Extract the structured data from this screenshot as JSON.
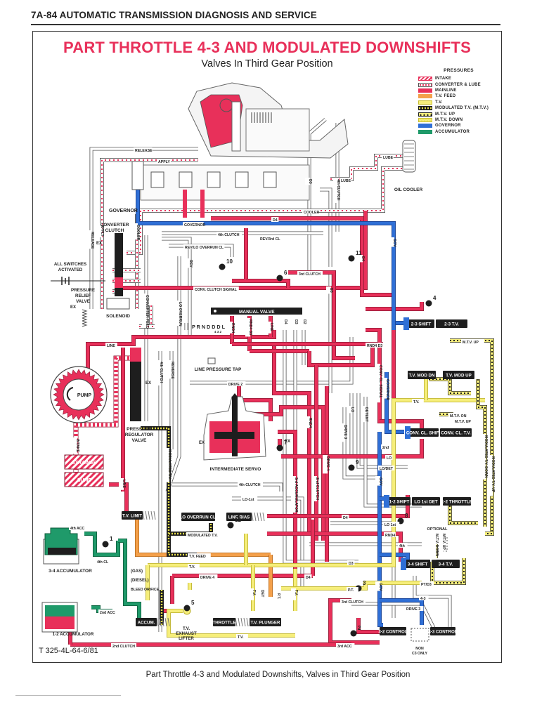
{
  "header": {
    "page_label": "7A-84 AUTOMATIC TRANSMISSION DIAGNOSIS AND SERVICE"
  },
  "diagram": {
    "title": "PART THROTTLE 4-3 AND MODULATED DOWNSHIFTS",
    "subtitle": "Valves In Third Gear Position",
    "part_number": "T 325-4L-64-6/81",
    "colors": {
      "mainline": "#e8305a",
      "tv_feed": "#f4a04a",
      "tv": "#f6ee7a",
      "governor": "#2f6fd6",
      "accumulator": "#1f9a6a",
      "exhaust": "#ffffff",
      "valve_body": "#1e1e1e"
    }
  },
  "legend": {
    "title": "PRESSURES",
    "items": [
      {
        "key": "intake",
        "label": "INTAKE"
      },
      {
        "key": "conv",
        "label": "CONVERTER & LUBE"
      },
      {
        "key": "main",
        "label": "MAINLINE"
      },
      {
        "key": "tvfeed",
        "label": "T.V. FEED"
      },
      {
        "key": "tv",
        "label": "T.V."
      },
      {
        "key": "mtv",
        "label": "MODULATED T.V. (M.T.V.)"
      },
      {
        "key": "mtvup",
        "label": "M.T.V. UP"
      },
      {
        "key": "mtvdown",
        "label": "M.T.V. DOWN"
      },
      {
        "key": "gov",
        "label": "GOVERNOR"
      },
      {
        "key": "acc",
        "label": "ACCUMULATOR"
      }
    ]
  },
  "components": {
    "governor": "GOVERNOR",
    "converter_clutch": [
      "CONVERTER",
      "CLUTCH"
    ],
    "switches": [
      "ALL SWITCHES",
      "ACTIVATED"
    ],
    "pressure_relief": [
      "PRESSURE",
      "RELIEF",
      "VALVE"
    ],
    "solenoid": "SOLENOID",
    "pump": "PUMP",
    "strainer": "STRAINER",
    "sump": "SUMP",
    "pressure_regulator": [
      "PRESSURE",
      "REGULATOR",
      "VALVE"
    ],
    "line_pressure_tap": "LINE PRESSURE TAP",
    "intermediate_servo": "INTERMEDIATE SERVO",
    "oil_cooler": "OIL COOLER",
    "accumulator_34": "3-4 ACCUMULATOR",
    "accumulator_12": "1-2 ACCUMULATOR",
    "tv_exhaust_lifter": [
      "T.V.",
      "EXHAUST",
      "LIFTER"
    ],
    "optional": "OPTIONAL",
    "non_c3": [
      "NON",
      "C3 ONLY"
    ],
    "manual_valve": "MANUAL VALVE",
    "selector": "P  R N D D D L",
    "selector_sub": "4   3   2"
  },
  "valves": [
    {
      "id": "2-3-shift",
      "label": "2-3 SHIFT"
    },
    {
      "id": "2-3-tv",
      "label": "2-3 T.V."
    },
    {
      "id": "tv-mod-dn",
      "label": "T.V. MOD DN"
    },
    {
      "id": "tv-mod-up",
      "label": "T.V. MOD UP"
    },
    {
      "id": "conv-cl-shift",
      "label": "CONV. CL. SHIFT"
    },
    {
      "id": "conv-cl-tv",
      "label": "CONV. CL. T.V."
    },
    {
      "id": "1-2-shift",
      "label": "1-2 SHIFT"
    },
    {
      "id": "lo-1st-det",
      "label": "LO 1st DET"
    },
    {
      "id": "1-2-throttle",
      "label": "1-2 THROTTLE"
    },
    {
      "id": "3-4-shift",
      "label": "3-4 SHIFT"
    },
    {
      "id": "3-4-tv",
      "label": "3-4 T.V."
    },
    {
      "id": "3-2-control",
      "label": "3-2 CONTROL"
    },
    {
      "id": "4-3-control",
      "label": "4-3 CONTROL"
    },
    {
      "id": "tv-limit",
      "label": "T.V. LIMIT"
    },
    {
      "id": "lo-overrun-cl",
      "label": "LO OVERRUN CL."
    },
    {
      "id": "line-bias",
      "label": "LINE BIAS"
    },
    {
      "id": "accum",
      "label": "ACCUM."
    },
    {
      "id": "throttle",
      "label": "THROTTLE"
    },
    {
      "id": "tv-plunger",
      "label": "T.V. PLUNGER"
    }
  ],
  "line_labels": {
    "release": "RELEASE",
    "apply": "APPLY",
    "lube": "LUBE",
    "cooler": "COOLER",
    "d4": "D4",
    "governor": "GOVERNOR",
    "fourth_clutch": "4th CLUTCH",
    "rev_lo_overrun": "REV/LO OVERRUN CL",
    "rev_3rd_cl": "REV/3rd CL",
    "third_clutch": "3rd CLUTCH",
    "conv_clutch_signal": "CONV. CLUTCH SIGNAL",
    "line": "LINE",
    "drive2": "DRIVE 2",
    "rnd4": "RND4",
    "rnd4_d3": "RND4 D3",
    "d3": "D3",
    "d2": "D2",
    "lo": "LO",
    "gov": "GOV",
    "mtv_up": "M.T.V. UP",
    "mtv_on": "M.T.V. ON",
    "tv": "T.V.",
    "second": "2nd",
    "lo_det": "LO/DET",
    "lo_1st": "LO 1st",
    "fourth": "4th",
    "p_d3": "PT/D3",
    "four_three": "4-3",
    "drive3": "DRIVE 3",
    "third_acc": "3rd ACC",
    "second_clutch": "2nd CLUTCH",
    "fourth_acc": "4th ACC",
    "fourth_cl": "4th CL",
    "second_acc": "2nd ACC",
    "tv_feed": "T.V. FEED",
    "drive4": "DRIVE 4",
    "gas": "(GAS)",
    "diesel": "(DIESEL)",
    "bleed_orifice": "BLEED ORIFICE",
    "modulated_tv": "MODULATED T.V.",
    "lo_1st_top": "LO-1st",
    "pt": "P.T.",
    "det": "DET",
    "intake": "INTAKE",
    "converter_feed": "CONVERTER FEED",
    "reverse": "REVERSE",
    "lo_overrun": "LO OVERRUN",
    "third_accumulator": "3rd ACCUMULATOR",
    "drive_4": "DRIVE 4",
    "detent": "DETENT",
    "ex": "EX",
    "modulated_tv_up": "MODULATED T.V. UP",
    "modulated_tv_down": "MODULATED T.V. DOWN",
    "mtv_down": "M.T.V. DOWN"
  },
  "check_balls": [
    "1",
    "2",
    "3",
    "4",
    "5",
    "6",
    "7",
    "8",
    "9",
    "10",
    "11",
    "12"
  ],
  "caption": "Part Throttle 4-3 and Modulated Downshifts, Valves in Third Gear Position"
}
